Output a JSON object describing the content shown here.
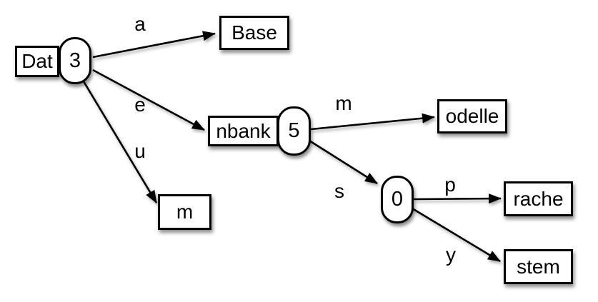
{
  "diagram": {
    "nodes": {
      "root": {
        "prefix": "Dat",
        "count": "3"
      },
      "base": {
        "label": "Base"
      },
      "nbank": {
        "label": "nbank",
        "count": "5"
      },
      "m": {
        "label": "m"
      },
      "odelle": {
        "label": "odelle"
      },
      "zero": {
        "count": "0"
      },
      "rache": {
        "label": "rache"
      },
      "stem": {
        "label": "stem"
      }
    },
    "edge_labels": {
      "a": "a",
      "e": "e",
      "u": "u",
      "m": "m",
      "s": "s",
      "p": "p",
      "y": "y"
    },
    "colors": {
      "node_fill": "#ffffff",
      "node_stroke": "#000000",
      "text": "#000000",
      "background": "#ffffff"
    }
  }
}
